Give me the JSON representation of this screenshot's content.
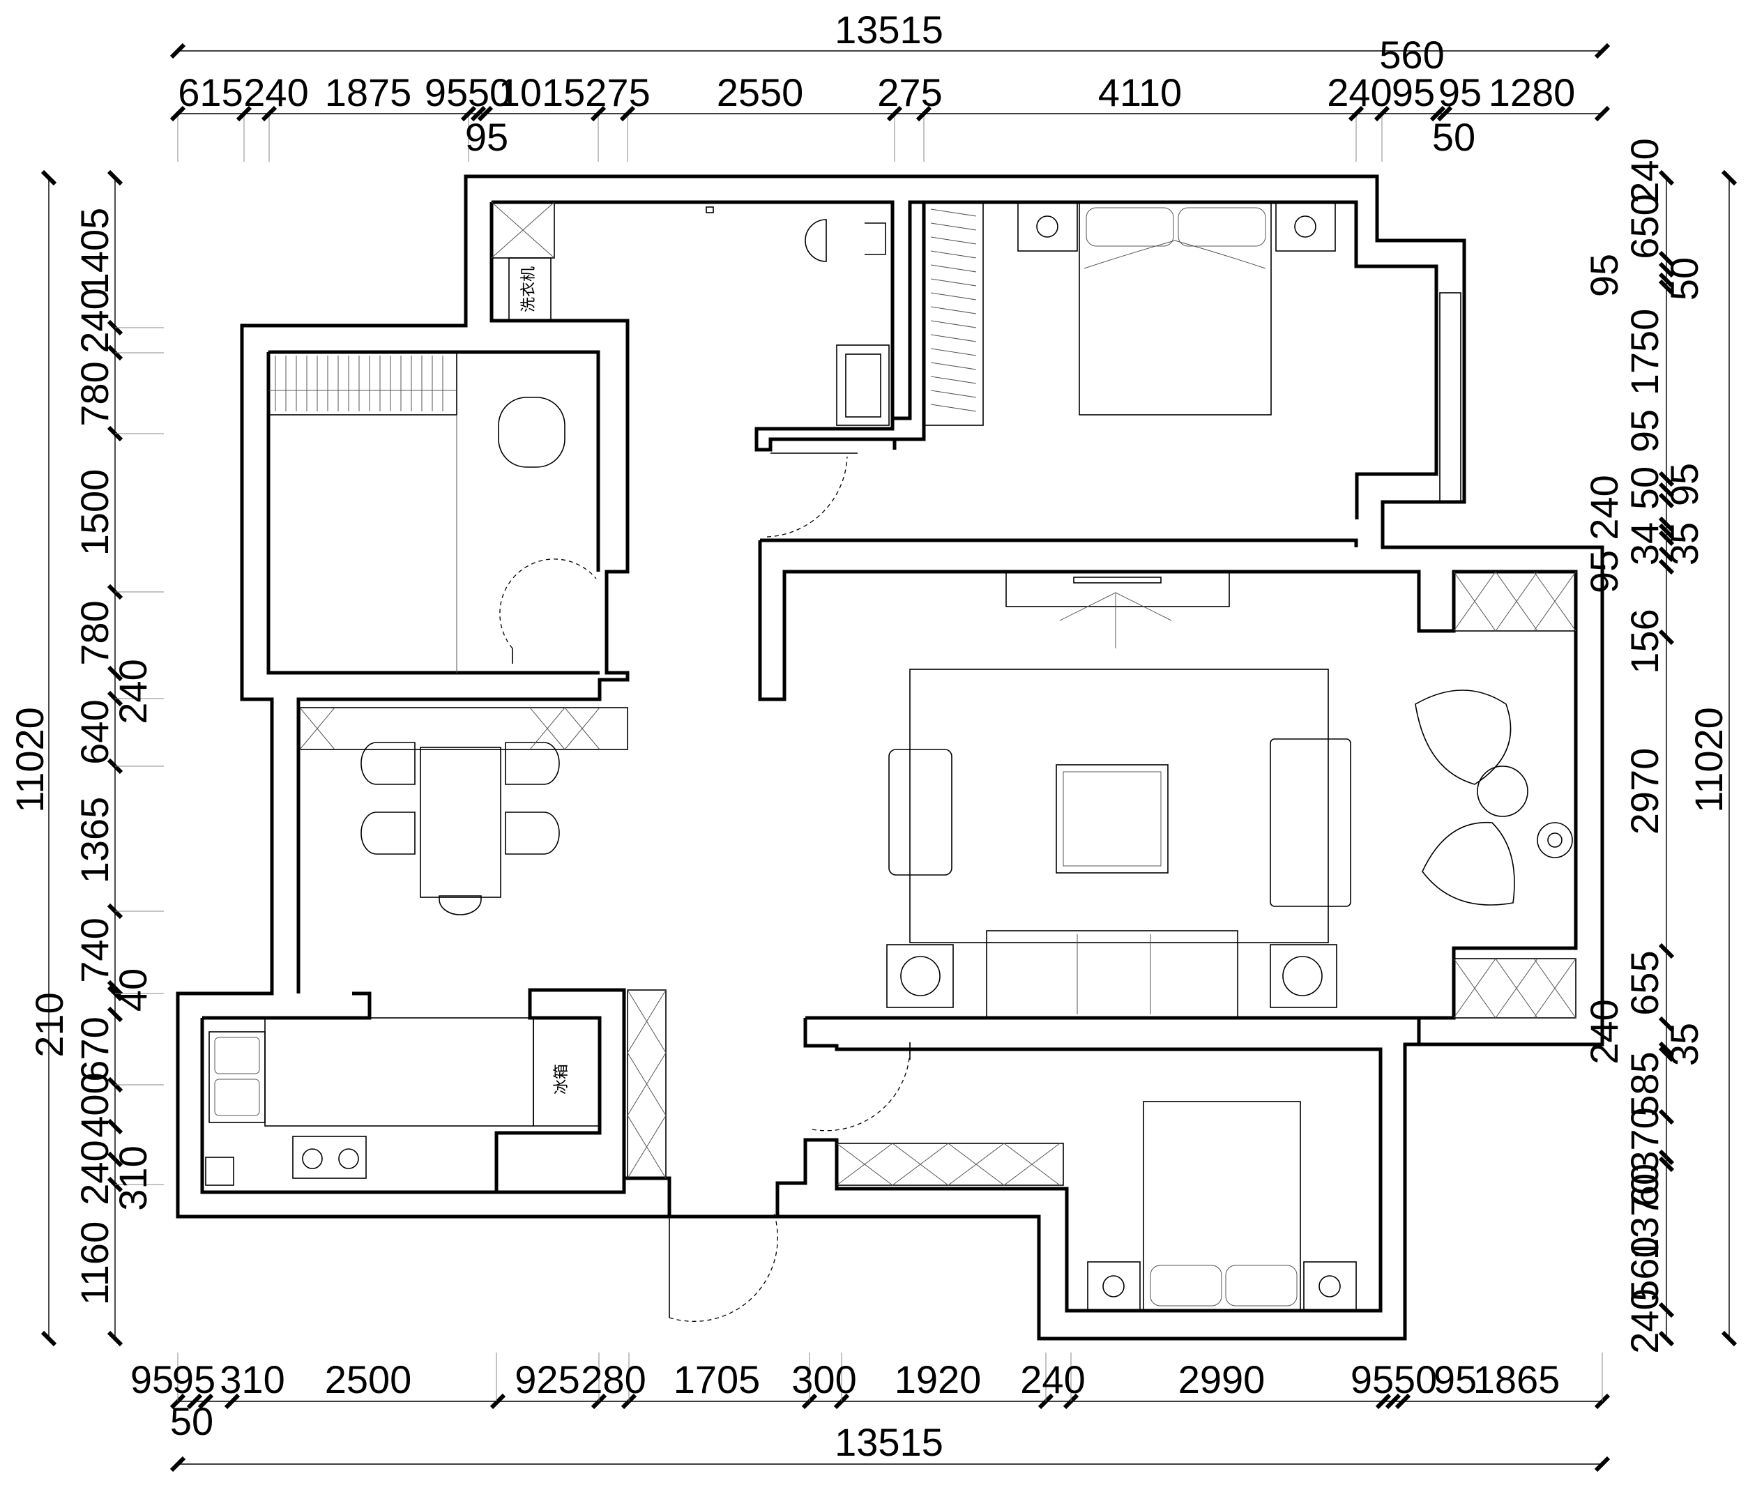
{
  "dimensions": {
    "top_total": "13515",
    "top_extra": "560",
    "top_segments": [
      "615",
      "240",
      "1875",
      "95",
      "50",
      "1015",
      "275",
      "2550",
      "275",
      "4110",
      "240",
      "95",
      "95",
      "1280"
    ],
    "top_sub": [
      "95",
      "50"
    ],
    "bottom_total": "13515",
    "bottom_segments": [
      "95",
      "95",
      "310",
      "2500",
      "925",
      "280",
      "1705",
      "300",
      "1920",
      "240",
      "2990",
      "95",
      "50",
      "95",
      "1865"
    ],
    "bottom_sub": [
      "50"
    ],
    "left_total": "11020",
    "left_segments": [
      "1405",
      "240",
      "780",
      "1500",
      "780",
      "240",
      "640",
      "1365",
      "740",
      "40",
      "210",
      "670",
      "400",
      "310",
      "240",
      "1160"
    ],
    "right_total": "11020",
    "right_segments": [
      "240",
      "650",
      "95",
      "50",
      "1750",
      "95",
      "95",
      "240",
      "50",
      "35",
      "95",
      "156",
      "34",
      "2970",
      "655",
      "240",
      "35",
      "585",
      "370",
      "60",
      "1370",
      "560",
      "240"
    ]
  },
  "labels": {
    "washing_machine": "洗衣机",
    "fridge": "冰箱"
  }
}
